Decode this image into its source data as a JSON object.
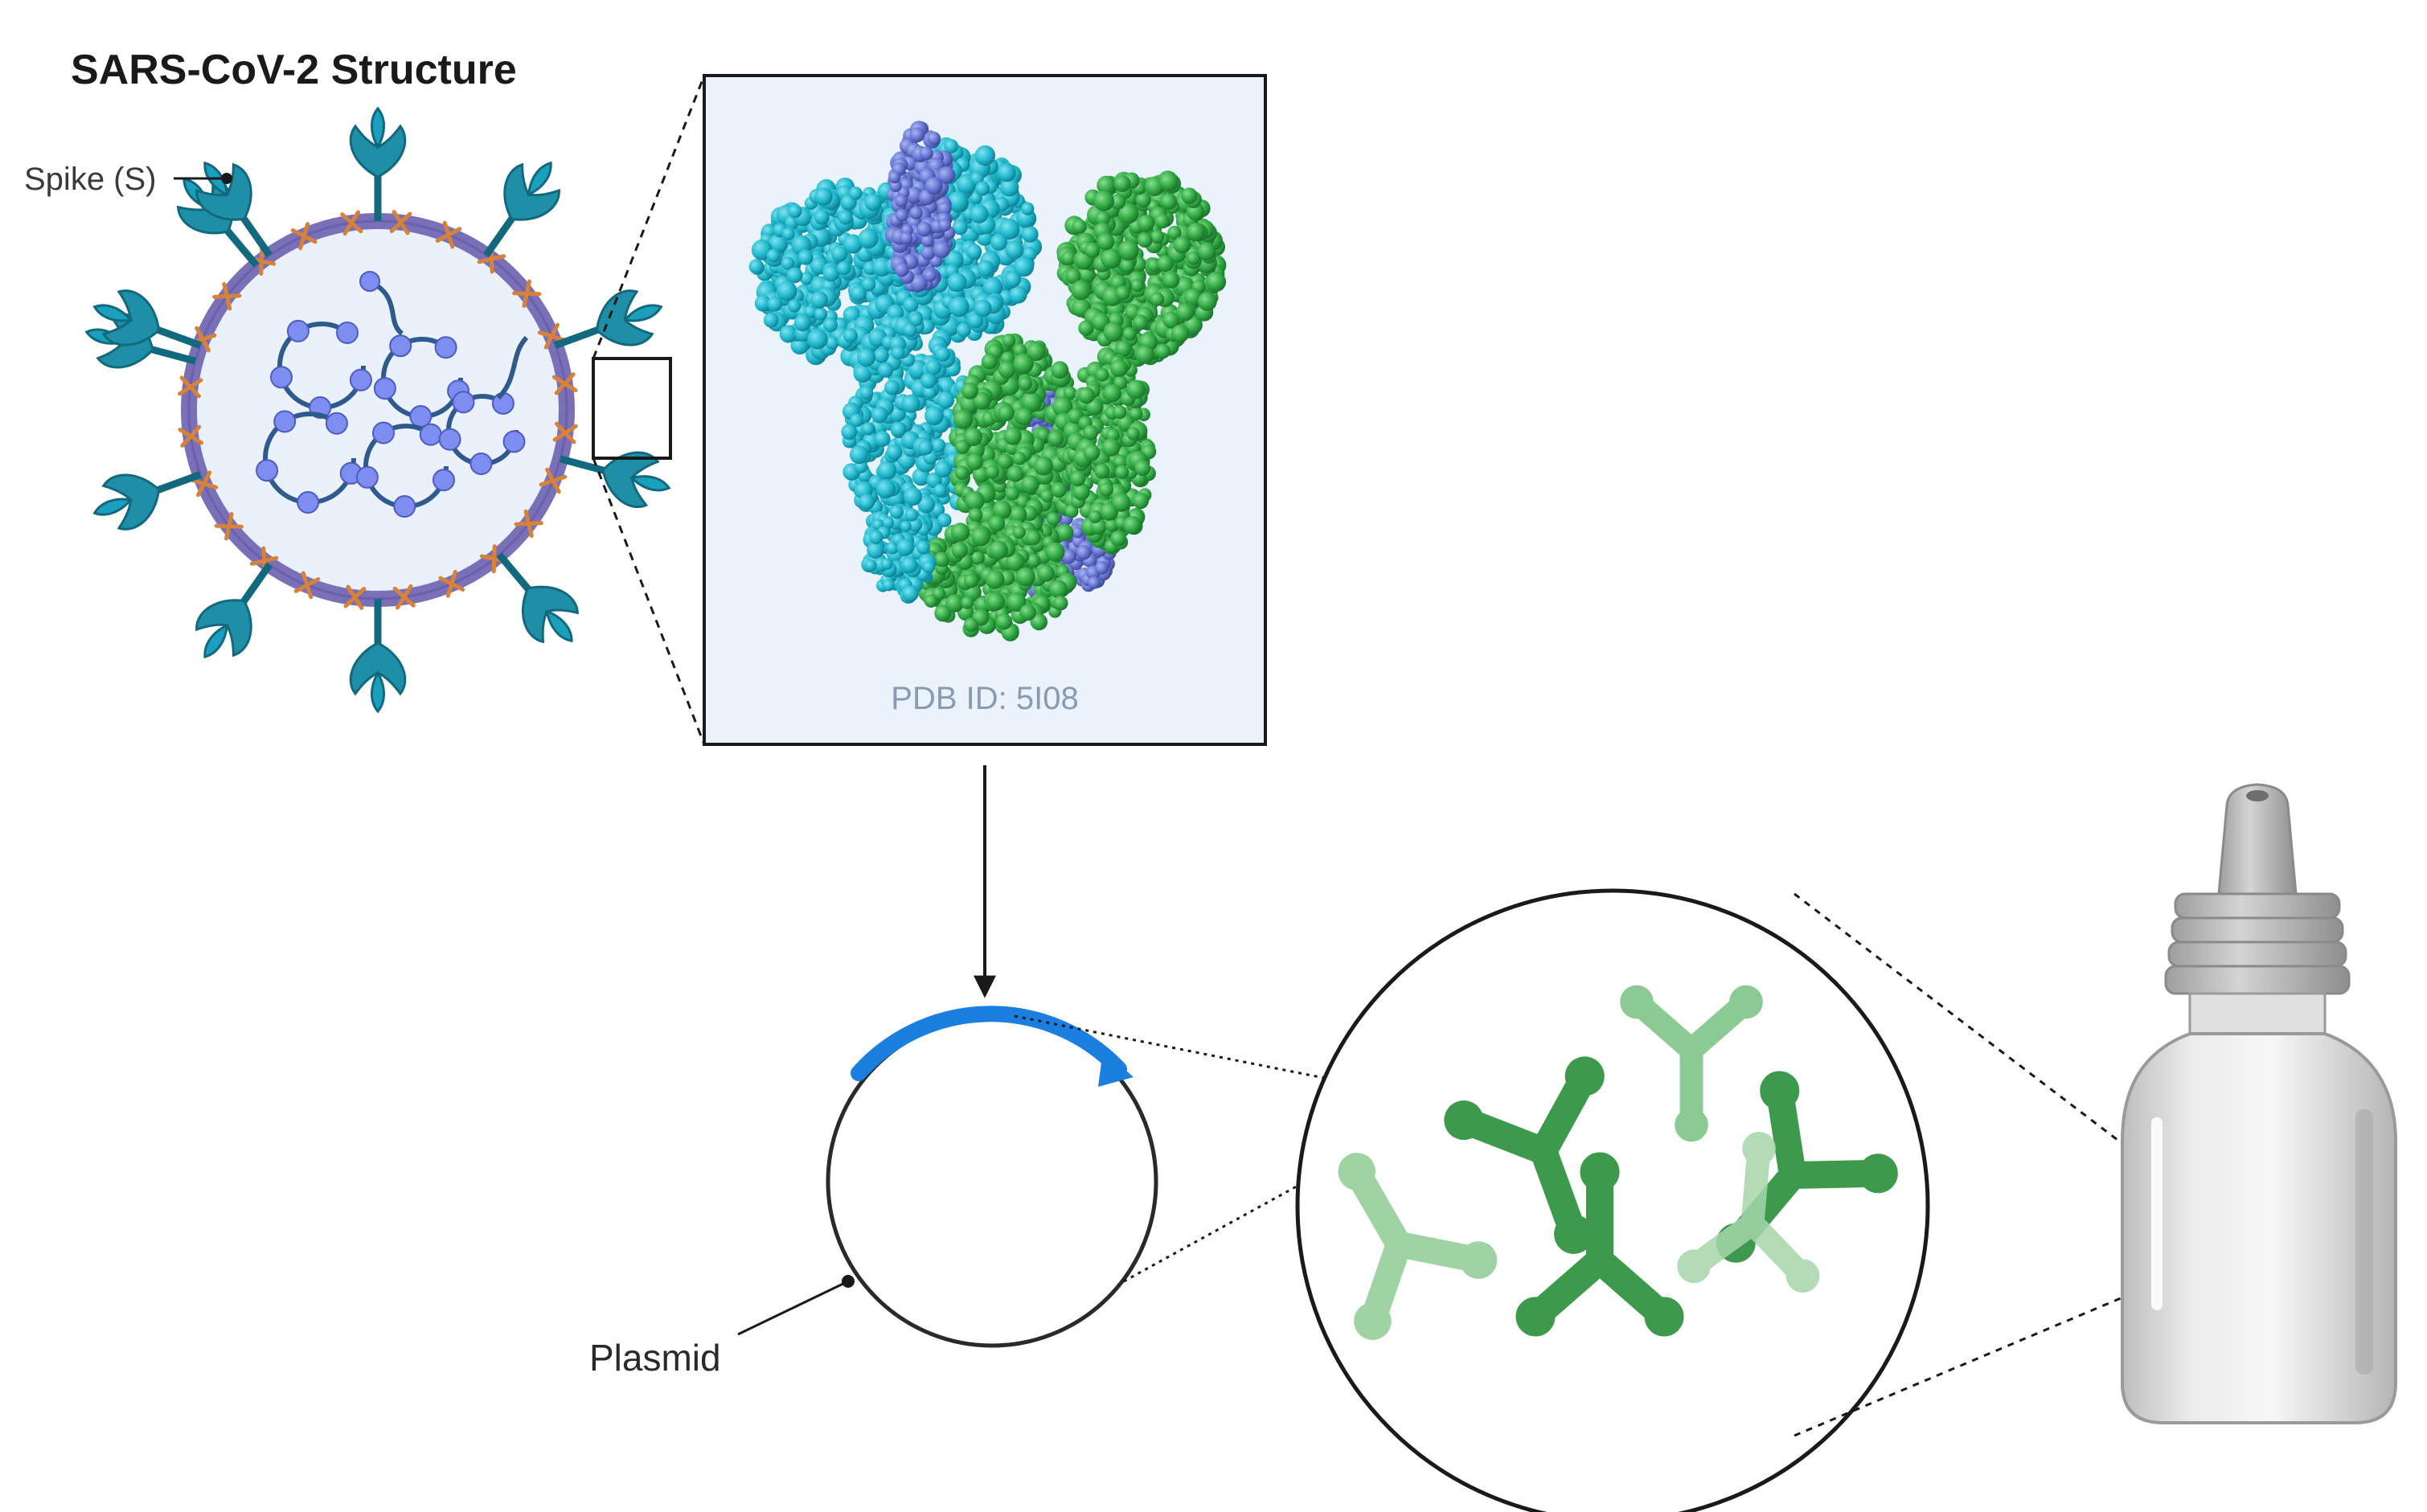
{
  "title": "SARS-CoV-2 Structure",
  "labels": {
    "spike": "Spike (S)",
    "pdb_id": "PDB ID: 5I08",
    "plasmid": "Plasmid"
  },
  "colors": {
    "spike": "#1f8fa8",
    "spike_dark": "#12697e",
    "envelope": "#7a70b8",
    "membrane_protein": "#d6823a",
    "rna": "#2f5a8e",
    "rna_bead": "#7e8ef0",
    "protein_cyan": "#25c3d6",
    "protein_green": "#34b04a",
    "protein_blue": "#6a7fd8",
    "inset_bg": "#eaf2fb",
    "pdb_text": "#8a9ab0",
    "gene_arrow": "#1b7fe0",
    "antibody": "#3d9a4d",
    "antibody_light": "#8fcc94",
    "bottle": "#d8d8d8"
  },
  "icons": [
    "virus-particle-icon",
    "spike-protein-structure-icon",
    "plasmid-icon",
    "antibody-icon",
    "dropper-bottle-icon"
  ]
}
